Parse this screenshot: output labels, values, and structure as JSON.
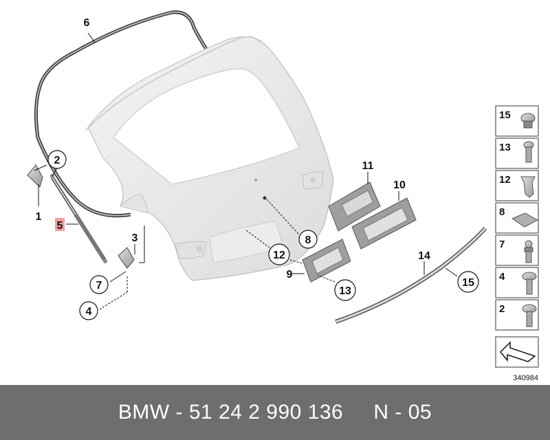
{
  "diagram": {
    "callouts": {
      "c1": "1",
      "c2": "2",
      "c3": "3",
      "c4": "4",
      "c5": "5",
      "c6": "6",
      "c7": "7",
      "c8": "8",
      "c9": "9",
      "c10": "10",
      "c11": "11",
      "c12": "12",
      "c13": "13",
      "c14": "14",
      "c15": "15"
    },
    "highlight_color": "#f2a0a0",
    "legend": [
      {
        "number": "15",
        "icon": "clip-icon"
      },
      {
        "number": "13",
        "icon": "screw-icon"
      },
      {
        "number": "12",
        "icon": "expanding-nut-icon"
      },
      {
        "number": "8",
        "icon": "cap-icon"
      },
      {
        "number": "7",
        "icon": "ball-stud-icon"
      },
      {
        "number": "4",
        "icon": "collar-screw-icon"
      },
      {
        "number": "2",
        "icon": "collar-screw-icon"
      }
    ],
    "reference_number": "340984"
  },
  "footer": {
    "text": "BMW - 51 24 2 990 136     N - 05",
    "background_color": "#6e6e6e"
  }
}
